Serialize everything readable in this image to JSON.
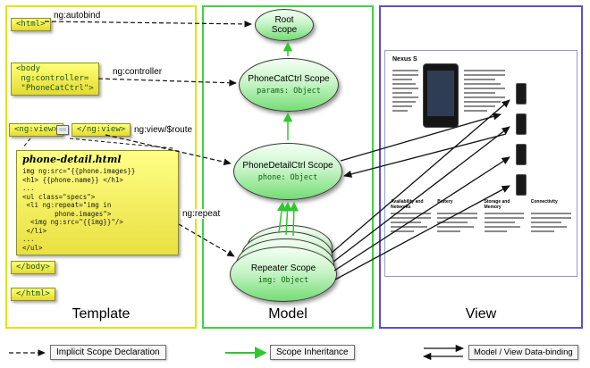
{
  "panels": {
    "template": "Template",
    "model": "Model",
    "view": "View"
  },
  "template": {
    "html_open": "<html>",
    "body_open": "<body\n ng:controller=\n \"PhoneCatCtrl\">",
    "ng_view_open": "<ng:view>",
    "ng_view_close": "</ng:view>",
    "detail_title": "phone-detail.html",
    "detail_code": "img ng:src=\"{{phone.images}}\n<h1> {{phone.name}} </h1>\n...\n<ul class=\"specs\">\n <li ng:repeat=\"img in\n        phone.images\">\n  <img ng:src=\"{{img}}\"/>\n </li>\n...\n</ul>",
    "body_close": "</body>",
    "html_close": "</html>"
  },
  "labels": {
    "autobind": "ng:autobind",
    "controller": "ng:controller",
    "view_route": "ng:view/$route",
    "repeat": "ng:repeat"
  },
  "scopes": {
    "root": {
      "title": "Root Scope"
    },
    "phonecat": {
      "title": "PhoneCatCtrl Scope",
      "prop": "params: Object"
    },
    "phonedetail": {
      "title": "PhoneDetailCtrl Scope",
      "prop": "phone: Object"
    },
    "repeater": {
      "title": "Repeater Scope",
      "prop": "img: Object"
    }
  },
  "view": {
    "product_title": "Nexus S",
    "spec_sections": [
      "Availability and Networks",
      "Battery",
      "Storage and Memory",
      "Connectivity"
    ]
  },
  "legend": {
    "implicit": "Implicit Scope Declaration",
    "inheritance": "Scope Inheritance",
    "databinding": "Model / View Data-binding"
  },
  "colors": {
    "template_border": "#e4e400",
    "model_border": "#3fd43f",
    "view_border": "#5a50d2",
    "scope_fill": "#74dd74",
    "inheritance_arrow": "#2ec82e"
  }
}
